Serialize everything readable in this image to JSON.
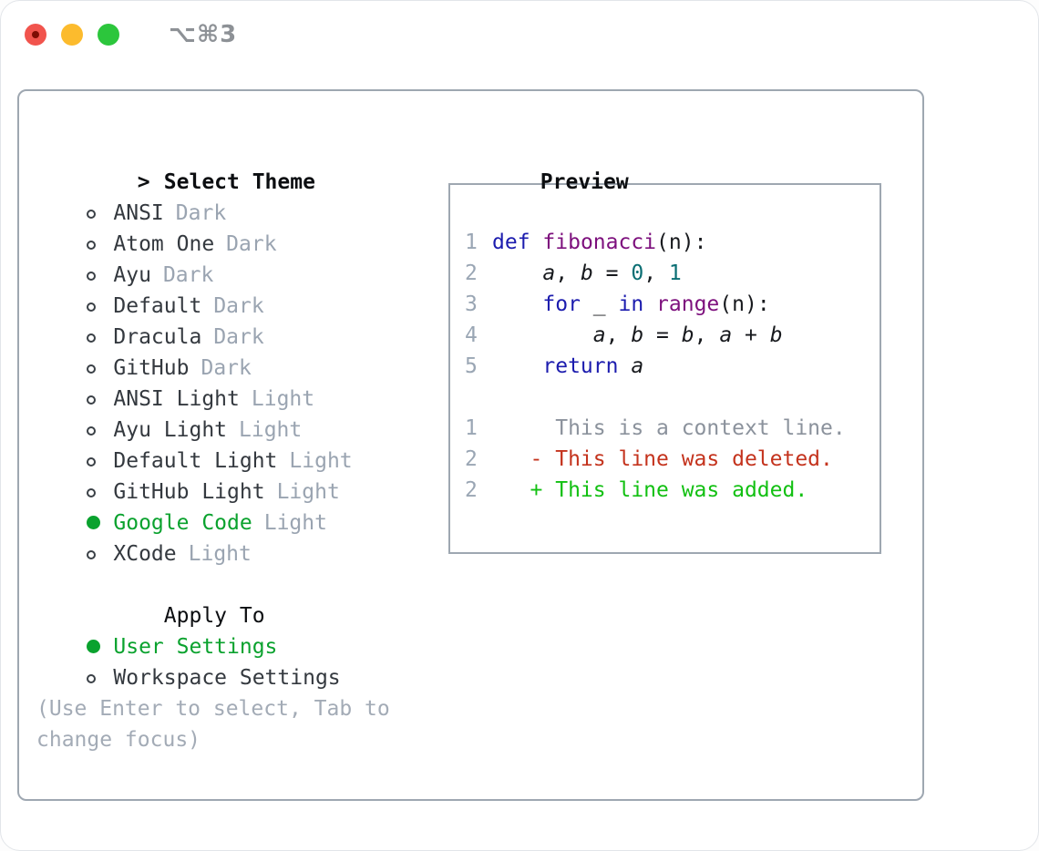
{
  "window": {
    "shortcut": "⌥⌘3",
    "traffic_lights": [
      "close",
      "minimize",
      "zoom"
    ]
  },
  "theme_panel": {
    "header": {
      "marker": ">",
      "label": "Select Theme"
    },
    "themes": [
      {
        "name": "ANSI",
        "variant": "Dark",
        "selected": false
      },
      {
        "name": "Atom One",
        "variant": "Dark",
        "selected": false
      },
      {
        "name": "Ayu",
        "variant": "Dark",
        "selected": false
      },
      {
        "name": "Default",
        "variant": "Dark",
        "selected": false
      },
      {
        "name": "Dracula",
        "variant": "Dark",
        "selected": false
      },
      {
        "name": "GitHub",
        "variant": "Dark",
        "selected": false
      },
      {
        "name": "ANSI Light",
        "variant": "Light",
        "selected": false
      },
      {
        "name": "Ayu Light",
        "variant": "Light",
        "selected": false
      },
      {
        "name": "Default Light",
        "variant": "Light",
        "selected": false
      },
      {
        "name": "GitHub Light",
        "variant": "Light",
        "selected": false
      },
      {
        "name": "Google Code",
        "variant": "Light",
        "selected": true
      },
      {
        "name": "XCode",
        "variant": "Light",
        "selected": false
      }
    ],
    "apply_to": {
      "header": "Apply To",
      "options": [
        {
          "name": "User Settings",
          "selected": true
        },
        {
          "name": "Workspace Settings",
          "selected": false
        }
      ]
    },
    "help_text": "(Use Enter to select, Tab to change focus)"
  },
  "preview": {
    "header": "Preview",
    "code_lines": [
      {
        "num": "1",
        "tokens": [
          {
            "t": "def",
            "c": "kw"
          },
          {
            "t": " ",
            "c": "pl"
          },
          {
            "t": "fibonacci",
            "c": "fn"
          },
          {
            "t": "(n):",
            "c": "pl"
          }
        ]
      },
      {
        "num": "2",
        "tokens": [
          {
            "t": "    ",
            "c": "pl"
          },
          {
            "t": "a",
            "c": "var"
          },
          {
            "t": ", ",
            "c": "pl"
          },
          {
            "t": "b",
            "c": "var"
          },
          {
            "t": " = ",
            "c": "pl"
          },
          {
            "t": "0",
            "c": "num"
          },
          {
            "t": ", ",
            "c": "pl"
          },
          {
            "t": "1",
            "c": "num"
          }
        ]
      },
      {
        "num": "3",
        "tokens": [
          {
            "t": "    ",
            "c": "pl"
          },
          {
            "t": "for",
            "c": "kw"
          },
          {
            "t": " _ ",
            "c": "pl"
          },
          {
            "t": "in",
            "c": "kw"
          },
          {
            "t": " ",
            "c": "pl"
          },
          {
            "t": "range",
            "c": "fn"
          },
          {
            "t": "(n):",
            "c": "pl"
          }
        ]
      },
      {
        "num": "4",
        "tokens": [
          {
            "t": "        ",
            "c": "pl"
          },
          {
            "t": "a",
            "c": "var"
          },
          {
            "t": ", ",
            "c": "pl"
          },
          {
            "t": "b",
            "c": "var"
          },
          {
            "t": " = ",
            "c": "pl"
          },
          {
            "t": "b",
            "c": "var"
          },
          {
            "t": ", ",
            "c": "pl"
          },
          {
            "t": "a",
            "c": "var"
          },
          {
            "t": " + ",
            "c": "pl"
          },
          {
            "t": "b",
            "c": "var"
          }
        ]
      },
      {
        "num": "5",
        "tokens": [
          {
            "t": "    ",
            "c": "pl"
          },
          {
            "t": "return",
            "c": "kw"
          },
          {
            "t": " ",
            "c": "pl"
          },
          {
            "t": "a",
            "c": "var"
          }
        ]
      }
    ],
    "diff_lines": [
      {
        "num": "1",
        "type": "context",
        "text": "  This is a context line."
      },
      {
        "num": "2",
        "type": "deleted",
        "text": "- This line was deleted."
      },
      {
        "num": "2",
        "type": "added",
        "text": "+ This line was added."
      }
    ]
  },
  "colors": {
    "selected_green": "#0aa22e",
    "added_green": "#12c012",
    "deleted_red": "#c4331d",
    "context_gray": "#8b929c",
    "keyword_blue": "#1c1cae",
    "function_purple": "#7d107d",
    "number_teal": "#0a6e73",
    "line_number_gray": "#9aa6b4",
    "panel_border": "#9ea7b1"
  }
}
